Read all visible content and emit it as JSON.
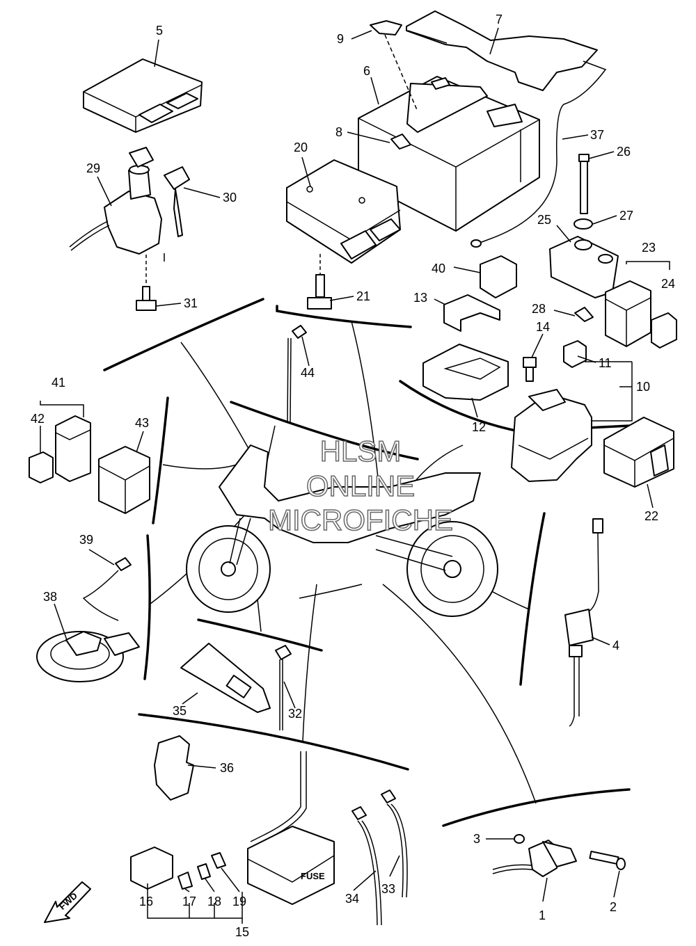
{
  "watermark": {
    "line1": "HLSM",
    "line2": "ONLINE",
    "line3": "MICROFICHE"
  },
  "fwd_label": "FWD",
  "fuse_label": "FUSE",
  "callouts": [
    {
      "id": "1",
      "label": "1"
    },
    {
      "id": "2",
      "label": "2"
    },
    {
      "id": "3",
      "label": "3"
    },
    {
      "id": "4",
      "label": "4"
    },
    {
      "id": "5",
      "label": "5"
    },
    {
      "id": "6",
      "label": "6"
    },
    {
      "id": "7",
      "label": "7"
    },
    {
      "id": "8",
      "label": "8"
    },
    {
      "id": "9",
      "label": "9"
    },
    {
      "id": "10",
      "label": "10"
    },
    {
      "id": "11",
      "label": "11"
    },
    {
      "id": "12",
      "label": "12"
    },
    {
      "id": "13",
      "label": "13"
    },
    {
      "id": "14",
      "label": "14"
    },
    {
      "id": "15",
      "label": "15"
    },
    {
      "id": "16",
      "label": "16"
    },
    {
      "id": "17",
      "label": "17"
    },
    {
      "id": "18",
      "label": "18"
    },
    {
      "id": "19",
      "label": "19"
    },
    {
      "id": "20",
      "label": "20"
    },
    {
      "id": "21",
      "label": "21"
    },
    {
      "id": "22",
      "label": "22"
    },
    {
      "id": "23",
      "label": "23"
    },
    {
      "id": "24",
      "label": "24"
    },
    {
      "id": "25",
      "label": "25"
    },
    {
      "id": "26",
      "label": "26"
    },
    {
      "id": "27",
      "label": "27"
    },
    {
      "id": "28",
      "label": "28"
    },
    {
      "id": "29",
      "label": "29"
    },
    {
      "id": "30",
      "label": "30"
    },
    {
      "id": "31",
      "label": "31"
    },
    {
      "id": "32",
      "label": "32"
    },
    {
      "id": "33",
      "label": "33"
    },
    {
      "id": "34",
      "label": "34"
    },
    {
      "id": "35",
      "label": "35"
    },
    {
      "id": "36",
      "label": "36"
    },
    {
      "id": "37",
      "label": "37"
    },
    {
      "id": "38",
      "label": "38"
    },
    {
      "id": "39",
      "label": "39"
    },
    {
      "id": "40",
      "label": "40"
    },
    {
      "id": "41",
      "label": "41"
    },
    {
      "id": "42",
      "label": "42"
    },
    {
      "id": "43",
      "label": "43"
    },
    {
      "id": "44",
      "label": "44"
    }
  ]
}
